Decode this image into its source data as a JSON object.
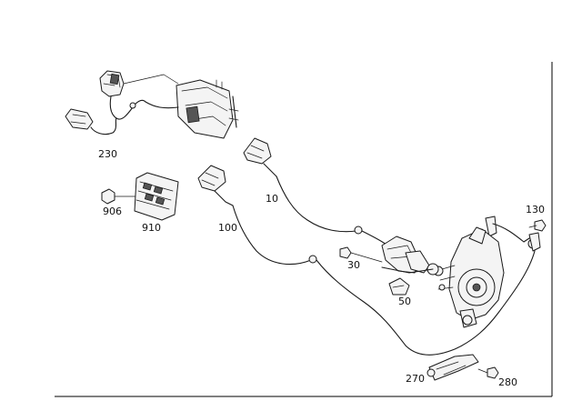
{
  "callouts": {
    "p230": "230",
    "p906": "906",
    "p910": "910",
    "p100": "100",
    "p10": "10",
    "p130": "130",
    "p30": "30",
    "p50": "50",
    "p270": "270",
    "p280": "280"
  }
}
